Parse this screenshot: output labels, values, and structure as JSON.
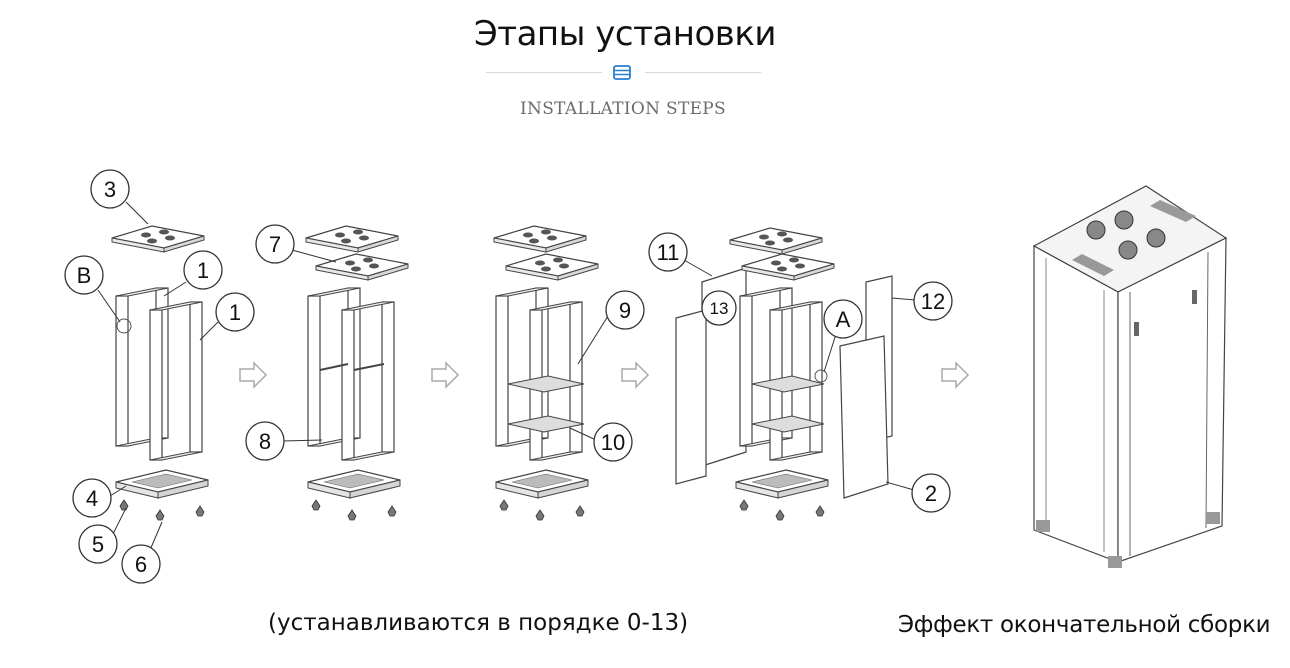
{
  "header": {
    "title": "Этапы установки",
    "subtitle": "INSTALLATION STEPS",
    "icon": "server-icon",
    "accent_color": "#2a7fd0"
  },
  "steps": {
    "callouts": [
      "1",
      "1",
      "2",
      "3",
      "4",
      "5",
      "6",
      "7",
      "8",
      "9",
      "10",
      "11",
      "12",
      "13"
    ],
    "detail_labels": [
      "A",
      "B"
    ]
  },
  "captions": {
    "order": "(устанавливаются в порядке 0-13)",
    "final": "Эффект окончательной сборки"
  }
}
